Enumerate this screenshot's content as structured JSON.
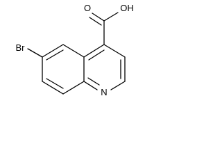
{
  "structure": {
    "labels": {
      "oxygen_carbonyl": "O",
      "hydroxyl": "OH",
      "bromine": "Br",
      "nitrogen": "N"
    }
  },
  "colors": {
    "bond": "#000000",
    "background": "#ffffff"
  }
}
